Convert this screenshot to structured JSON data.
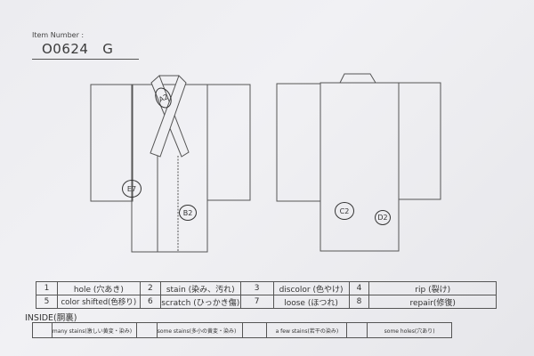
{
  "item": {
    "label": "Item Number :",
    "number": "O0624",
    "grade": "G"
  },
  "front_marks": [
    "A2",
    "E7",
    "B2"
  ],
  "back_marks": [
    "C2",
    "D2"
  ],
  "defects": [
    {
      "no": "1",
      "label": "hole (穴あき)"
    },
    {
      "no": "2",
      "label": "stain (染み、汚れ)"
    },
    {
      "no": "3",
      "label": "discolor (色やけ)"
    },
    {
      "no": "4",
      "label": "rip (裂け)"
    },
    {
      "no": "5",
      "label": "color shifted(色移り)"
    },
    {
      "no": "6",
      "label": "scratch (ひっかき傷)"
    },
    {
      "no": "7",
      "label": "loose (ほつれ)"
    },
    {
      "no": "8",
      "label": "repair(修復)"
    }
  ],
  "inside": {
    "label": "INSIDE(胴裏)",
    "options": [
      "many stains(激しい黄変・染み)",
      "some stains(多小の黄変・染み)",
      "a few stains(若干の染み)",
      "some holes(穴あり)"
    ]
  }
}
